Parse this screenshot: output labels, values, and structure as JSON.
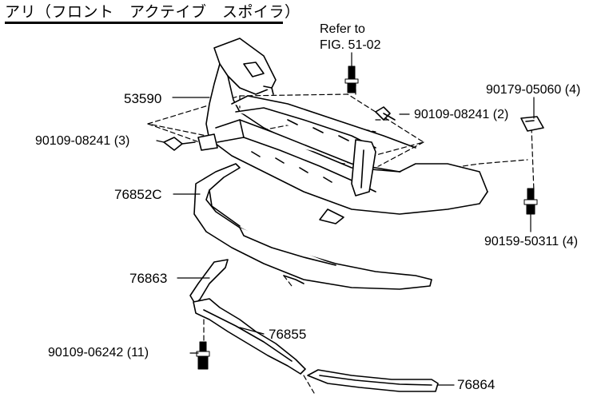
{
  "title": "アリ（フロント　アクテイブ　スポイラ）",
  "refer": {
    "line1": "Refer  to",
    "line2": "FIG. 51-02"
  },
  "parts": [
    {
      "id": "p53590",
      "label": "53590"
    },
    {
      "id": "p76852c",
      "label": "76852C"
    },
    {
      "id": "p76863",
      "label": "76863"
    },
    {
      "id": "p76855",
      "label": "76855"
    },
    {
      "id": "p76864",
      "label": "76864"
    }
  ],
  "fasteners": [
    {
      "id": "f1",
      "label": "90109-08241 (3)"
    },
    {
      "id": "f2",
      "label": "90109-08241 (2)"
    },
    {
      "id": "f3",
      "label": "90179-05060 (4)"
    },
    {
      "id": "f4",
      "label": "90159-50311 (4)"
    },
    {
      "id": "f5",
      "label": "90109-06242 (11)"
    }
  ]
}
